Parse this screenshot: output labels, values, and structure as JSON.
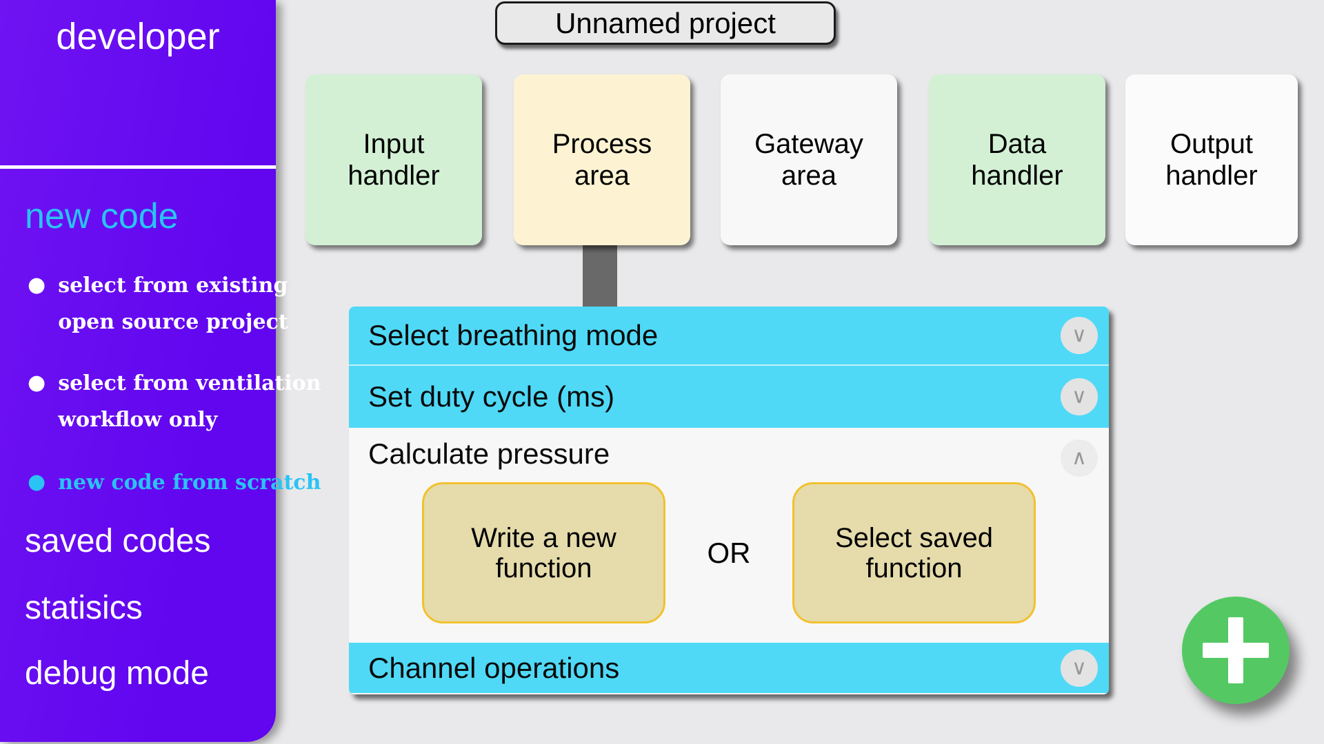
{
  "colors": {
    "background": "#e9e9eb",
    "sidebar_bg": "#6409f0",
    "accent_cyan": "#29c4f4",
    "row_cyan": "#4fd9f7",
    "card_green": "#d3f0d5",
    "card_cream": "#fdf3d2",
    "card_white": "#f8f8f8",
    "function_button_tan": "#e5dbab",
    "function_button_border": "#f2c12e",
    "fab_green": "#54c963",
    "connector_gray": "#696969"
  },
  "sidebar": {
    "title": "developer",
    "bullet_glyph": "●",
    "section_new_code": {
      "label": "new code",
      "options": [
        {
          "lines": [
            "select from existing",
            "open source project"
          ],
          "active": false
        },
        {
          "lines": [
            "select from ventilation",
            "workflow only"
          ],
          "active": false
        },
        {
          "lines": [
            "new code from scratch"
          ],
          "active": true
        }
      ]
    },
    "items": [
      {
        "label": "saved codes"
      },
      {
        "label": "statisics"
      },
      {
        "label": "debug mode"
      }
    ]
  },
  "header": {
    "project_title": "Unnamed project"
  },
  "cards": [
    {
      "label": "Input handler",
      "bg": "#d3f0d5"
    },
    {
      "label": "Process area",
      "bg": "#fdf3d2"
    },
    {
      "label": "Gateway area",
      "bg": "#f8f8f8"
    },
    {
      "label": "Data handler",
      "bg": "#d3f0d5"
    },
    {
      "label": "Output handler",
      "bg": "#fbfbfb"
    }
  ],
  "panel": {
    "rows": [
      {
        "label": "Select breathing mode",
        "state": "collapsed",
        "chevron": "∨"
      },
      {
        "label": "Set duty cycle (ms)",
        "state": "collapsed",
        "chevron": "∨"
      },
      {
        "label": "Calculate pressure",
        "state": "expanded",
        "chevron": "∧",
        "content": {
          "button_left": "Write a new function",
          "separator": "OR",
          "button_right": "Select saved function"
        }
      },
      {
        "label": "Channel operations",
        "state": "collapsed",
        "chevron": "∨"
      }
    ]
  }
}
